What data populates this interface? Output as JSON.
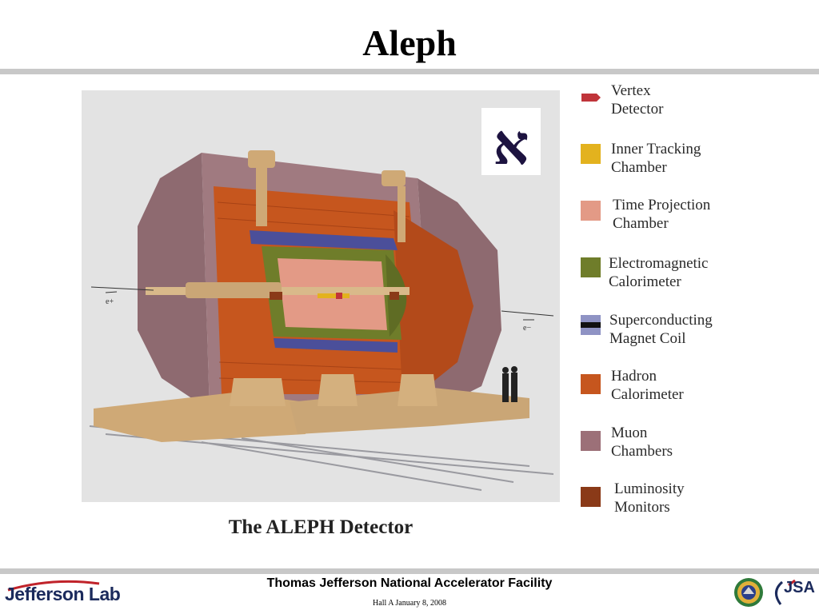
{
  "slide": {
    "title": "Aleph"
  },
  "figure": {
    "caption": "The ALEPH Detector",
    "beam_left_label": "e+",
    "beam_right_label": "e−",
    "emblem_glyph": "א"
  },
  "legend": {
    "items": [
      {
        "label": "Vertex\nDetector",
        "color": "#c0343a",
        "shape": "tag"
      },
      {
        "label": "Inner Tracking\nChamber",
        "color": "#e3b21e",
        "shape": "square"
      },
      {
        "label": "Time Projection\nChamber",
        "color": "#e39a86",
        "shape": "square"
      },
      {
        "label": "Electromagnetic\nCalorimeter",
        "color": "#6f7d2a",
        "shape": "square"
      },
      {
        "label": "Superconducting\nMagnet Coil",
        "color": "#8f93c4",
        "shape": "stripe"
      },
      {
        "label": "Hadron\nCalorimeter",
        "color": "#c6561e",
        "shape": "square"
      },
      {
        "label": "Muon\nChambers",
        "color": "#9c7078",
        "shape": "square"
      },
      {
        "label": "Luminosity\nMonitors",
        "color": "#8a3a18",
        "shape": "square"
      }
    ]
  },
  "footer": {
    "organization": "Thomas Jefferson National Accelerator Facility",
    "date_line": "Hall A  January  8, 2008",
    "lab_logo_text": "Jefferson Lab",
    "jsa_logo_text": "JSA"
  }
}
